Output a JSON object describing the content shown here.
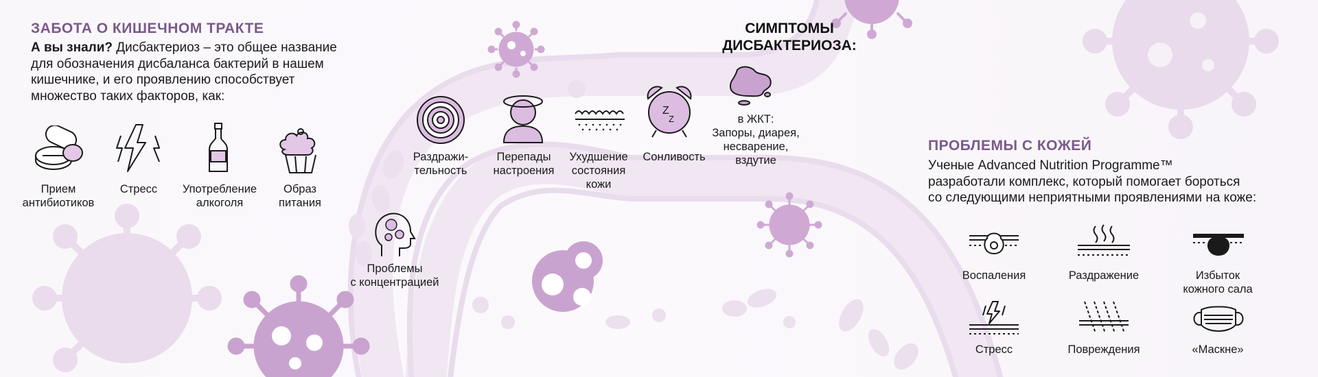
{
  "left": {
    "title": "ЗАБОТА О КИШЕЧНОМ ТРАКТЕ",
    "intro_bold": "А вы знали?",
    "intro_line1": " Дисбактериоз – это общее название",
    "intro_line2": "для обозначения дисбаланса бактерий в нашем",
    "intro_line3": "кишечнике, и его проявлению способствует",
    "intro_line4": "множество таких факторов, как:",
    "factors": [
      {
        "icon": "pills-icon",
        "label": "Прием\nантибиотиков"
      },
      {
        "icon": "lightning-icon",
        "label": "Стресс"
      },
      {
        "icon": "bottle-icon",
        "label": "Употребление\nалкоголя"
      },
      {
        "icon": "cupcake-icon",
        "label": "Образ\nпитания"
      }
    ]
  },
  "middle": {
    "title": "СИМПТОМЫ\nДИСБАКТЕРИОЗА:",
    "symptoms": [
      {
        "icon": "target-icon",
        "label": "Раздражи-\nтельность"
      },
      {
        "icon": "dizzy-person-icon",
        "label": "Перепады\nнастроения"
      },
      {
        "icon": "skin-layer-icon",
        "label": "Ухудшение\nсостояния\nкожи"
      },
      {
        "icon": "alarm-clock-icon",
        "label": "Сонливость"
      },
      {
        "icon": "stain-icon",
        "label": "в ЖКТ:\nЗапоры, диарея,\nнесварение,\nвздутие"
      },
      {
        "icon": "head-gears-icon",
        "label": "Проблемы\nс концентрацией"
      }
    ]
  },
  "right": {
    "title": "ПРОБЛЕМЫ С КОЖЕЙ",
    "intro_line1": "Ученые Advanced Nutrition Programme™",
    "intro_line2": "разработали комплекс, который помогает бороться",
    "intro_line3": "со следующими неприятными проявлениями на коже:",
    "problems": [
      {
        "icon": "inflammation-icon",
        "label": "Воспаления"
      },
      {
        "icon": "irritation-icon",
        "label": "Раздражение"
      },
      {
        "icon": "sebum-icon",
        "label": "Избыток\nкожного сала"
      },
      {
        "icon": "skin-stress-icon",
        "label": "Стресс"
      },
      {
        "icon": "damage-icon",
        "label": "Повреждения"
      },
      {
        "icon": "mask-icon",
        "label": "«Маскне»"
      }
    ]
  },
  "colors": {
    "accent": "#7a5a88",
    "light_purple": "#e7d8ea",
    "mid_purple": "#c9a8d0",
    "icon_fill": "#d9b8de"
  }
}
